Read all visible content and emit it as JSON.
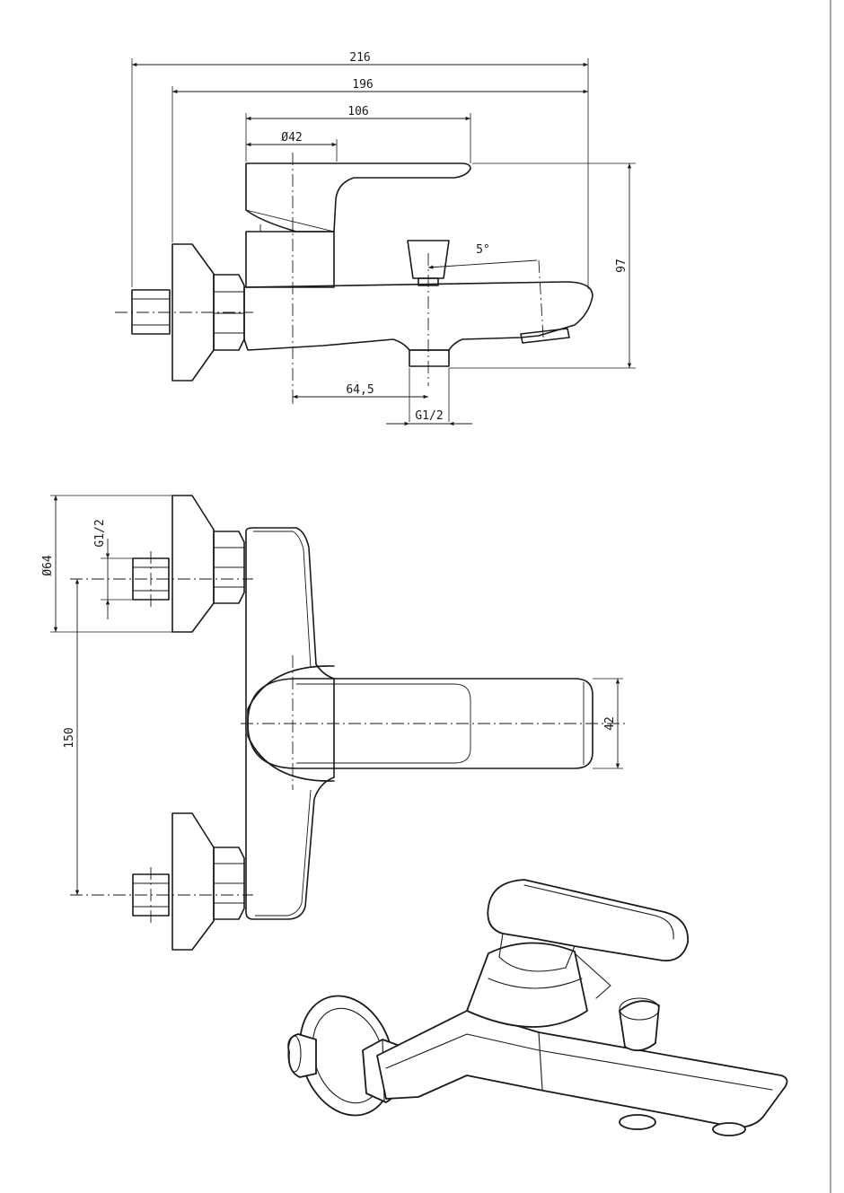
{
  "side_view": {
    "dimensions": {
      "overall_length": "216",
      "body_length": "196",
      "lever_length": "106",
      "cartridge_diameter": "Ø42",
      "height": "97",
      "spout_angle": "5°",
      "spout_offset": "64,5",
      "spout_thread": "G1/2"
    }
  },
  "top_view": {
    "dimensions": {
      "flange_diameter": "Ø64",
      "inlet_thread": "G1/2",
      "inlet_spacing": "150",
      "lever_width": "42"
    }
  }
}
